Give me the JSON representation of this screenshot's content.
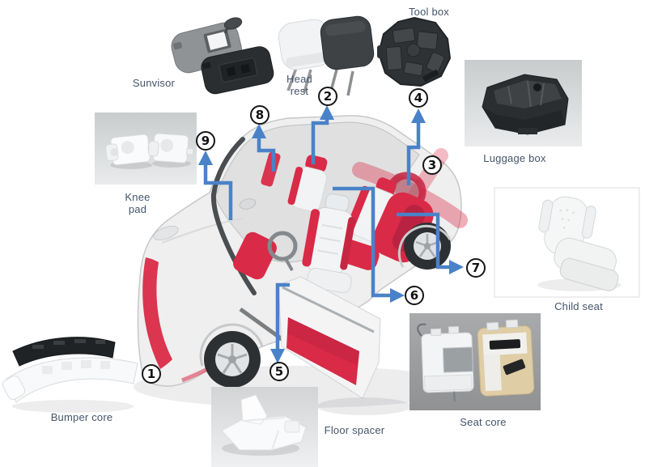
{
  "figure": {
    "subject": "Car cutaway diagram with numbered EPP foam parts",
    "colors": {
      "arrow_blue": "#4a82c8",
      "label_text": "#44546a",
      "highlight_red": "#d92a47",
      "circle_border": "#161616",
      "circle_fill": "#ffffff"
    }
  },
  "parts": [
    {
      "number": "1",
      "label": "Bumper core"
    },
    {
      "number": "2",
      "label": "Head rest"
    },
    {
      "number": "3",
      "label": "Luggage box"
    },
    {
      "number": "4",
      "label": "Tool box"
    },
    {
      "number": "5",
      "label": "Floor spacer"
    },
    {
      "number": "6",
      "label": "Seat core"
    },
    {
      "number": "7",
      "label": "Child seat"
    },
    {
      "number": "8",
      "label": "Sunvisor"
    },
    {
      "number": "9",
      "label": "Knee pad"
    }
  ]
}
